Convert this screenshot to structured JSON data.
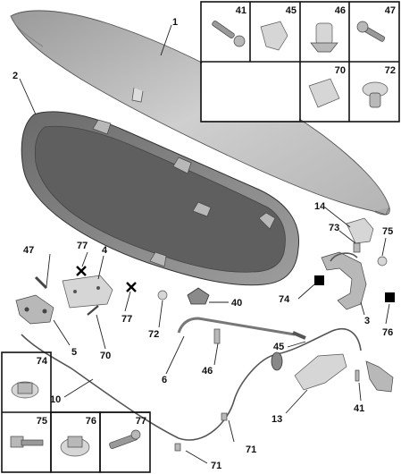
{
  "callouts": {
    "c1": "1",
    "c2": "2",
    "c3": "3",
    "c4": "4",
    "c5": "5",
    "c6": "6",
    "c10": "10",
    "c13": "13",
    "c14": "14",
    "c40": "40",
    "c41": "41",
    "c45": "45",
    "c46": "46",
    "c47": "47",
    "c70": "70",
    "c71a": "71",
    "c71b": "71",
    "c72": "72",
    "c73": "73",
    "c74": "74",
    "c75": "75",
    "c76": "76",
    "c77a": "77",
    "c77b": "77"
  },
  "top_grid": {
    "cells": [
      "41",
      "45",
      "46",
      "47",
      "70",
      "72"
    ]
  },
  "bottom_grid": {
    "cells": [
      "74",
      "75",
      "76",
      "77"
    ]
  },
  "colors": {
    "hood": "#bdbdbd",
    "insulator": "#7d7d7d",
    "outline": "#222222",
    "marker": "#000000"
  }
}
